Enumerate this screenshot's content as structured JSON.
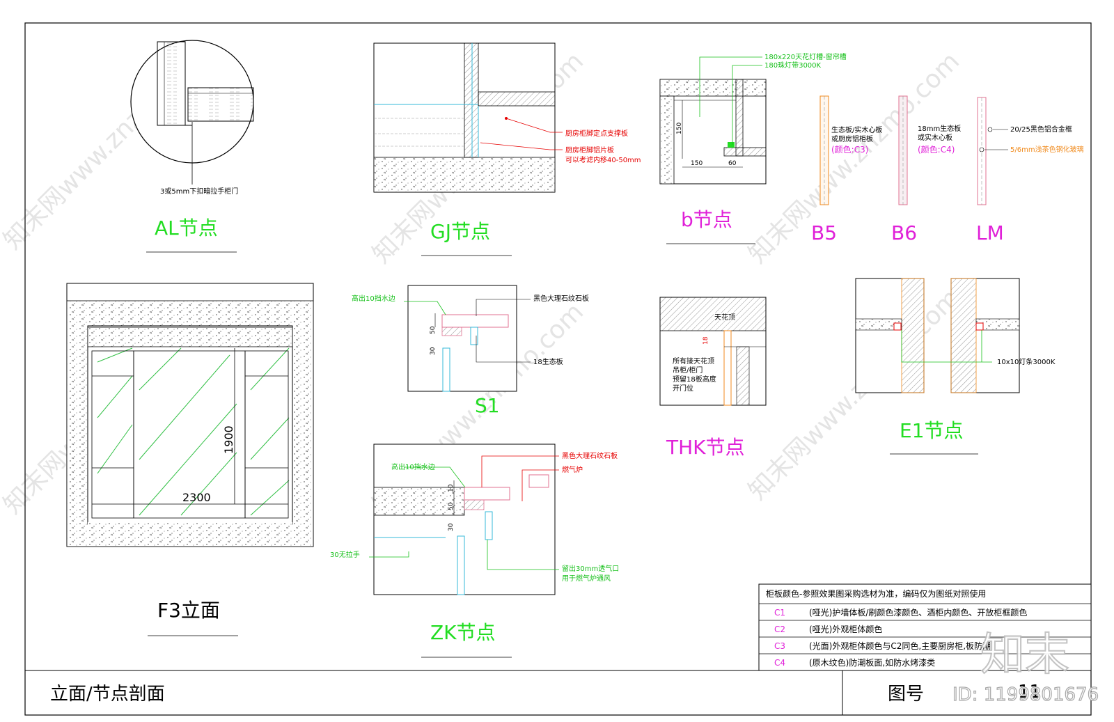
{
  "sheet": {
    "title": "立面/节点剖面",
    "drawing_number_label": "图号",
    "drawing_number": "11",
    "watermark_id": "ID: 1199801676",
    "watermark_logo": "知末",
    "watermark_text": "知末网www.znzmo.com"
  },
  "details": {
    "al": {
      "title": "AL节点",
      "note": "3或5mm下扣暗拉手柜门"
    },
    "gj": {
      "title": "GJ节点",
      "note1": "厨房柜脚定点支撑板",
      "note2": "厨房柜脚铝片板",
      "note3": "可以考滤内移40-50mm"
    },
    "b": {
      "title": "b节点",
      "note1": "180x220天花灯槽-窗帘槽",
      "note2": "180珠灯带3000K",
      "dim_150v": "150",
      "dim_150h": "150",
      "dim_60": "60"
    },
    "b5": {
      "title": "B5",
      "note1": "生态板/实木心板",
      "note2": "或厨房铝柜板",
      "color": "(颜色:C3)"
    },
    "b6": {
      "title": "B6",
      "note1": "18mm生态板",
      "note2": "或实木心板",
      "color": "(颜色:C4)"
    },
    "lm": {
      "title": "LM",
      "note1": "20/25黑色铝合金框",
      "note2": "5/6mm浅茶色钢化玻璃"
    },
    "s1": {
      "title": "S1",
      "note_green": "高出10挡水边",
      "note1": "黑色大理石纹石板",
      "note2": "18生态板",
      "dim_50": "50",
      "dim_30": "30"
    },
    "thk": {
      "title": "THK节点",
      "ceiling": "天花顶",
      "note1": "所有接天花顶",
      "note2": "吊柜/柜门",
      "note3": "预留18板高度",
      "note4": "开门位",
      "dim_18": "18"
    },
    "e1": {
      "title": "E1节点",
      "note": "10x10灯条3000K"
    },
    "f3": {
      "title": "F3立面",
      "dim_h": "1900",
      "dim_w": "2300"
    },
    "zk": {
      "title": "ZK节点",
      "note_green1": "高出10挡水边",
      "note_red1": "黑色大理石纹石板",
      "note_red2": "燃气炉",
      "note_green2": "30无拉手",
      "note_green3": "留出30mm透气口",
      "note_green4": "用于燃气炉通风",
      "dim_10": "10",
      "dim_50": "50",
      "dim_30": "30"
    }
  },
  "legend": {
    "heading": "柜板颜色-参照效果图采购选材为准，编码仅为图纸对照使用",
    "rows": [
      {
        "code": "C1",
        "desc": "(哑光)护墙体板/刷颜色漆颜色、酒柜内颜色、开放柜框颜色"
      },
      {
        "code": "C2",
        "desc": "(哑光)外观柜体颜色"
      },
      {
        "code": "C3",
        "desc": "(光面)外观柜体颜色与C2同色,主要厨房柜,板防潮"
      },
      {
        "code": "C4",
        "desc": "(原木纹色)防潮板面,如防水烤漆类"
      }
    ]
  },
  "colors": {
    "title_green": "#22dd22",
    "magenta": "#e020d8",
    "red": "#e60000",
    "orange": "#f08a1c",
    "cyan": "#35b9d9"
  }
}
